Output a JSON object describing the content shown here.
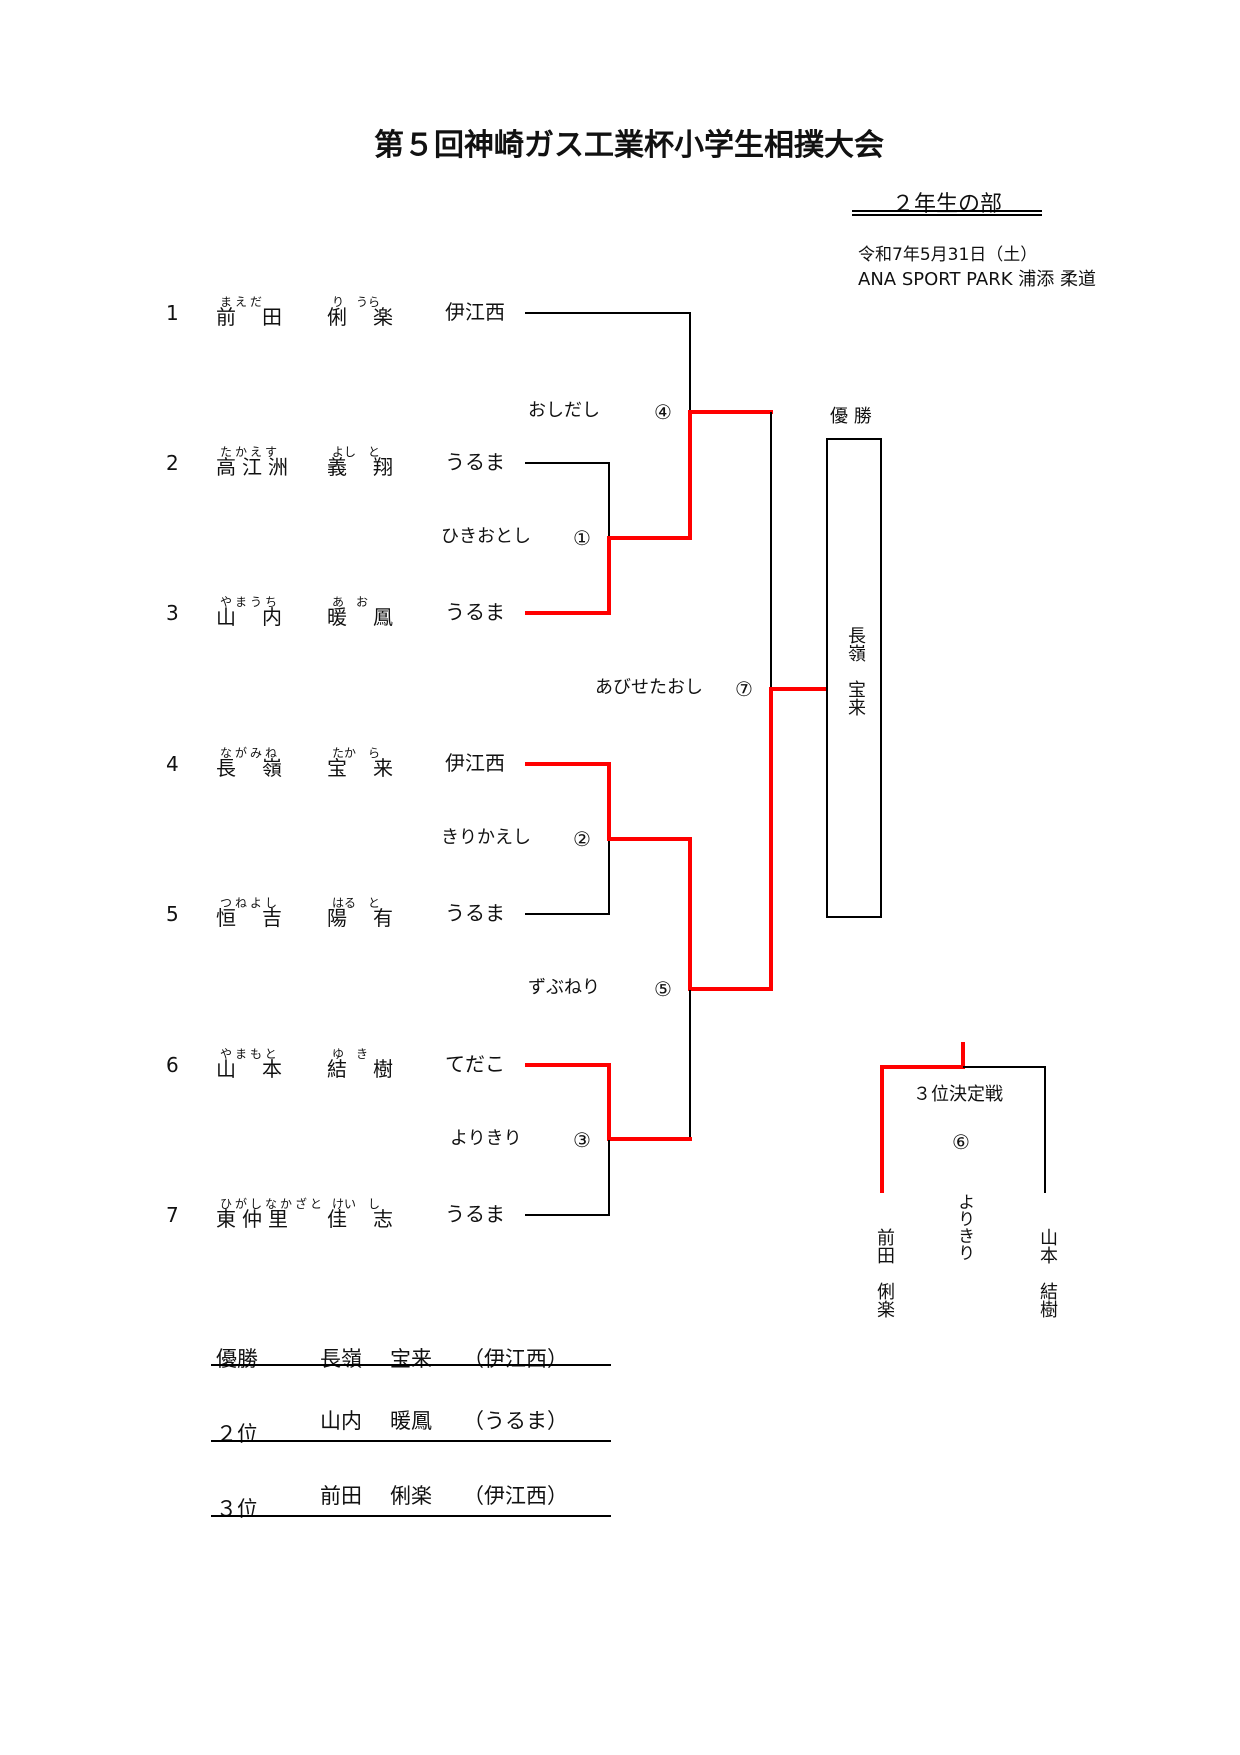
{
  "title": "第５回神崎ガス工業杯小学生相撲大会",
  "division": "２年生の部",
  "date": "令和7年5月31日（土）",
  "venue": "ANA SPORT PARK 浦添 柔道",
  "entries": [
    {
      "no": "1",
      "family": "前田",
      "family_furi": "まえだ",
      "given": "俐楽",
      "given_furi": "り　うら",
      "club": "伊江西"
    },
    {
      "no": "2",
      "family": "高江洲",
      "family_furi": "たかえす",
      "given": "義翔",
      "given_furi": "よし　と",
      "club": "うるま"
    },
    {
      "no": "3",
      "family": "山内",
      "family_furi": "やまうち",
      "given": "暖鳳",
      "given_furi": "あ　お",
      "club": "うるま"
    },
    {
      "no": "4",
      "family": "長嶺",
      "family_furi": "ながみね",
      "given": "宝来",
      "given_furi": "たか　ら",
      "club": "伊江西"
    },
    {
      "no": "5",
      "family": "恒吉",
      "family_furi": "つねよし",
      "given": "陽有",
      "given_furi": "はる　と",
      "club": "うるま"
    },
    {
      "no": "6",
      "family": "山本",
      "family_furi": "やまもと",
      "given": "結樹",
      "given_furi": "ゆ　き",
      "club": "てだこ"
    },
    {
      "no": "7",
      "family": "東仲里",
      "family_furi": "ひがしなかざと",
      "given": "佳志",
      "given_furi": "けい　し",
      "club": "うるま"
    }
  ],
  "matches": [
    {
      "no": "①",
      "kimarite": "ひきおとし"
    },
    {
      "no": "②",
      "kimarite": "きりかえし"
    },
    {
      "no": "③",
      "kimarite": "よりきり"
    },
    {
      "no": "④",
      "kimarite": "おしだし"
    },
    {
      "no": "⑤",
      "kimarite": "ずぶねり"
    },
    {
      "no": "⑥",
      "kimarite": "よりきり"
    },
    {
      "no": "⑦",
      "kimarite": "あびせたおし"
    }
  ],
  "champion_box": {
    "label": "優 勝",
    "name": "長嶺　宝来"
  },
  "third_place": {
    "label": "３位決定戦",
    "left": "前田　俐楽",
    "right": "山本　結樹"
  },
  "results": [
    {
      "rank": "優勝",
      "family": "長嶺",
      "given": "宝来",
      "club": "（伊江西）"
    },
    {
      "rank": "２位",
      "family": "山内",
      "given": "暖鳳",
      "club": "（うるま）"
    },
    {
      "rank": "３位",
      "family": "前田",
      "given": "俐楽",
      "club": "（伊江西）"
    }
  ],
  "colors": {
    "winner_line": "#ff0000",
    "line": "#000000"
  }
}
